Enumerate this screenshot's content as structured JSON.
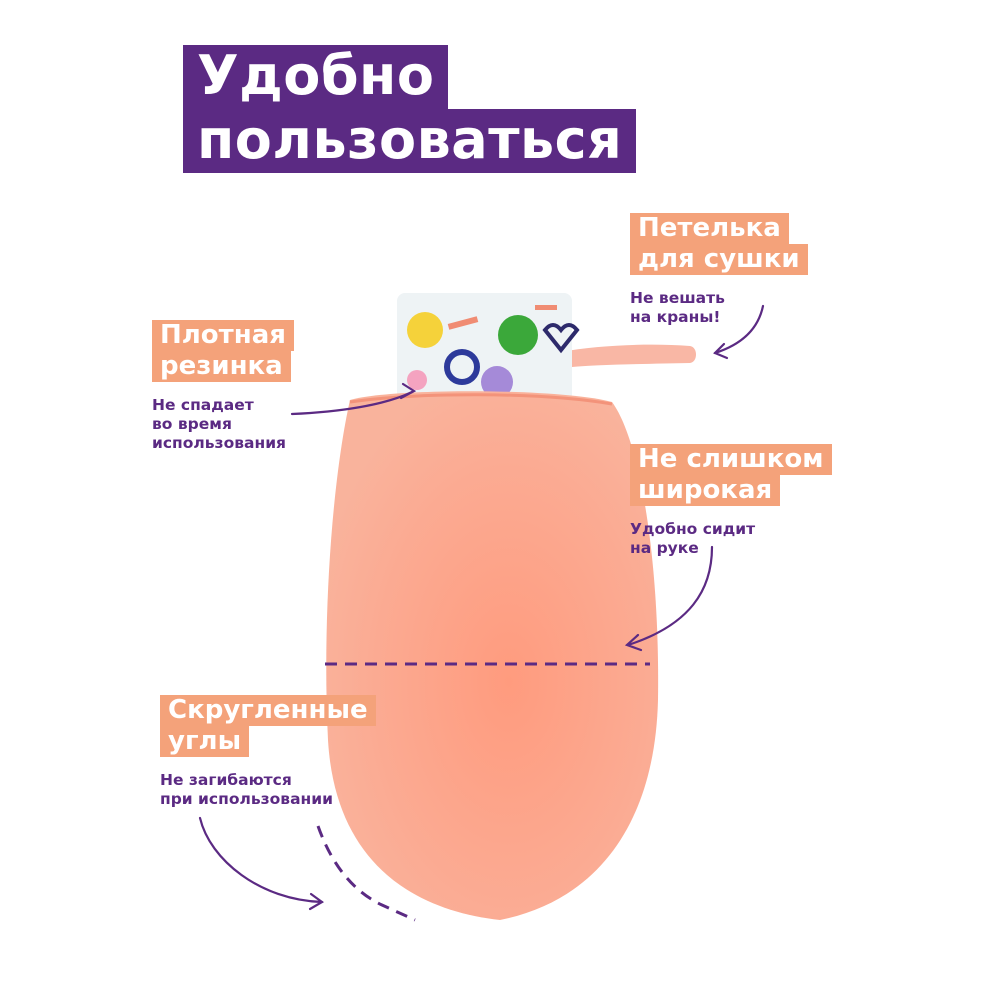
{
  "title": {
    "line1": "Удобно",
    "line2": "пользоваться"
  },
  "callouts": {
    "loop": {
      "tag": "Петелька\nдля сушки",
      "tag1": "Петелька",
      "tag2": "для сушки",
      "note": "Не вешать\nна краны!"
    },
    "elastic": {
      "tag1": "Плотная",
      "tag2": "резинка",
      "note": "Не спадает\nво время\nиспользования"
    },
    "wide": {
      "tag1": "Не слишком",
      "tag2": "широкая",
      "note": "Удобно сидит\nна руке"
    },
    "round": {
      "tag1": "Скругленные",
      "tag2": "углы",
      "note": "Не загибаются\nпри использовании"
    }
  },
  "colors": {
    "brand_purple": "#5b2a83",
    "tag_peach": "#f4a27a",
    "mitten": "#f9a58c"
  },
  "icons": [
    "arrow-icon",
    "dashed-guide-icon",
    "mitten-illustration"
  ]
}
